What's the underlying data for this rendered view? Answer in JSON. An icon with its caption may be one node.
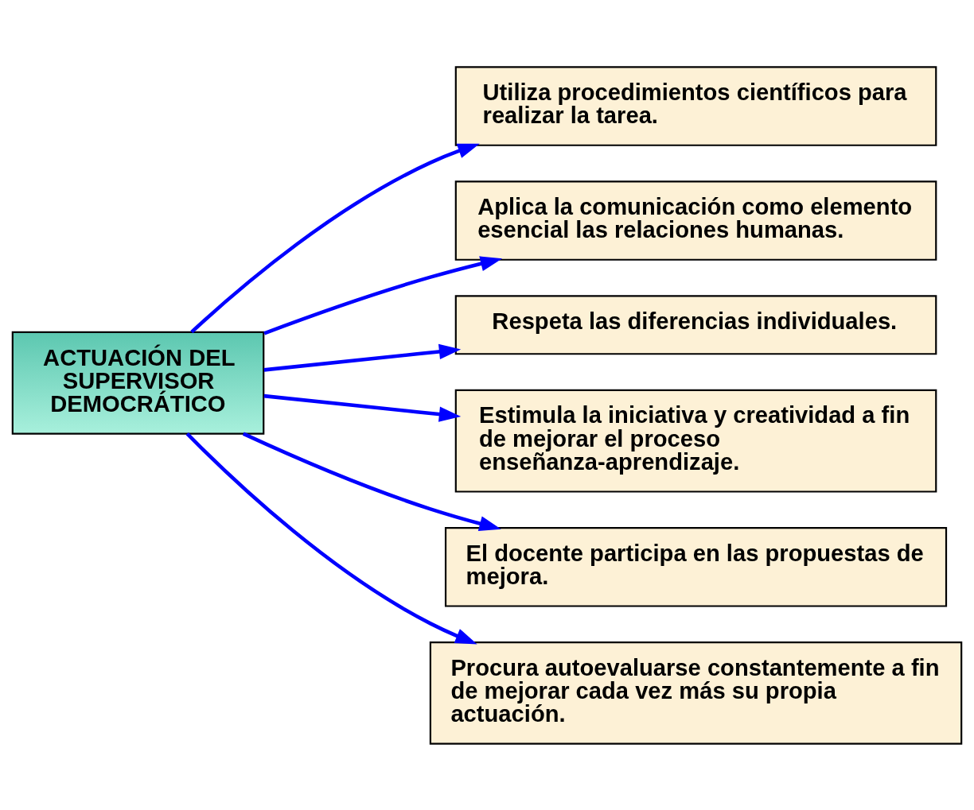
{
  "diagram": {
    "nodes": [
      {
        "text": [
          "ACTUACIÓN DEL SUPERVISOR DEMOCRÁTICO"
        ]
      },
      {
        "text": [
          "Utiliza procedimientos científicos para realizar la tarea."
        ]
      },
      {
        "text": [
          "Aplica la comunicación como elemento esencial las relaciones humanas."
        ]
      },
      {
        "text": [
          "Respeta las diferencias individuales."
        ]
      },
      {
        "text": [
          "Estimula la iniciativa y creatividad a fin de mejorar el proceso enseñanza-aprendizaje."
        ]
      },
      {
        "text": [
          "El docente participa en las propuestas de mejora."
        ]
      },
      {
        "text": [
          "Procura autoevaluarse constantemente a fin de mejorar cada vez más su propia actuación."
        ]
      }
    ],
    "edges": [
      {
        "from": 0,
        "to": 1,
        "arrow": "to",
        "color": "#0000ff"
      },
      {
        "from": 0,
        "to": 2,
        "arrow": "to",
        "color": "#0000ff"
      },
      {
        "from": 0,
        "to": 3,
        "arrow": "to",
        "color": "#0000ff"
      },
      {
        "from": 0,
        "to": 4,
        "arrow": "to",
        "color": "#0000ff"
      },
      {
        "from": 0,
        "to": 5,
        "arrow": "to",
        "color": "#0000ff"
      },
      {
        "from": 0,
        "to": 6,
        "arrow": "to",
        "color": "#0000ff"
      }
    ]
  }
}
